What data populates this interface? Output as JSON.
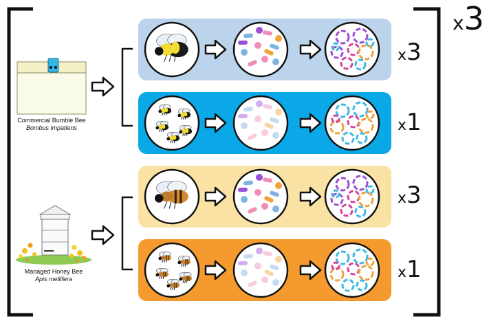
{
  "species": [
    {
      "common_name": "Commercial Bumble Bee",
      "latin_name": "Bombus impatiens"
    },
    {
      "common_name": "Managed Honey Bee",
      "latin_name": "Apis mellifera"
    }
  ],
  "rows": [
    {
      "bee": "bumble",
      "count": 1,
      "multiplier_x": "x",
      "multiplier_n": "3",
      "color": "#bcd3ec"
    },
    {
      "bee": "bumble",
      "count": 5,
      "multiplier_x": "x",
      "multiplier_n": "1",
      "color": "#0aa8e6"
    },
    {
      "bee": "honey",
      "count": 1,
      "multiplier_x": "x",
      "multiplier_n": "3",
      "color": "#f9e2a4"
    },
    {
      "bee": "honey",
      "count": 5,
      "multiplier_x": "x",
      "multiplier_n": "1",
      "color": "#f49a2e"
    }
  ],
  "overall_multiplier": {
    "x": "x",
    "n": "3"
  },
  "colors": {
    "bumble_yellow": "#f4dd32",
    "bumble_black": "#1a1a1a",
    "honey_orange": "#d3892d",
    "magenta": "#d6449b",
    "cyan": "#3fb8e4",
    "orange": "#f0a23c",
    "purple": "#9b4fd6",
    "blue_microbe": "#7fb3e0",
    "pink_microbe": "#ef8fb8"
  },
  "icons": [
    "bumble-bee-icon",
    "honey-bee-icon",
    "bee-box-icon",
    "beehive-icon",
    "microbe-community-icon",
    "sequence-circles-icon",
    "right-arrow-icon",
    "bracket-icon"
  ]
}
